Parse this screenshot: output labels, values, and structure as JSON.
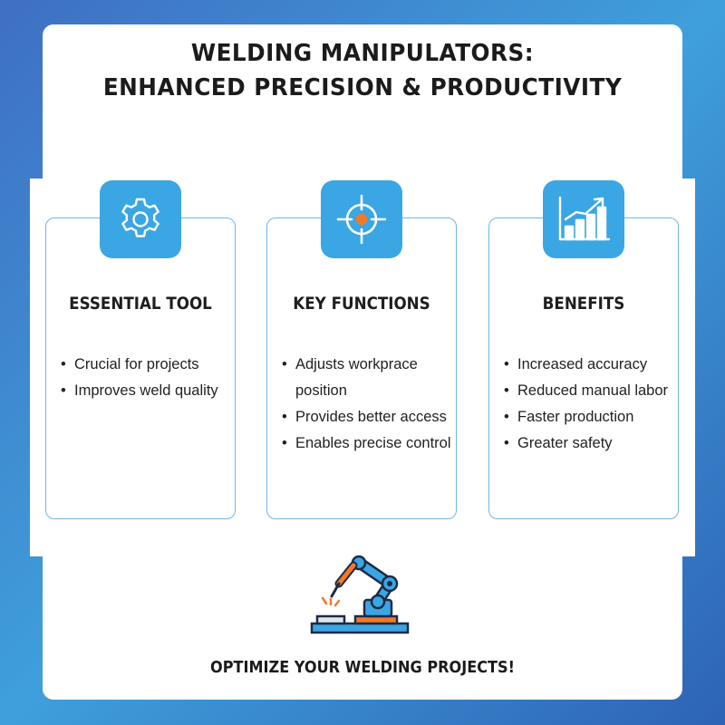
{
  "header": {
    "title_line1": "WELDING MANIPULATORS:",
    "title_line2": "ENHANCED PRECISION & PRODUCTIVITY"
  },
  "cards": [
    {
      "icon": "gear-icon",
      "title": "ESSENTIAL TOOL",
      "bullets": [
        "Crucial for projects",
        "Improves weld quality"
      ]
    },
    {
      "icon": "crosshair-target-icon",
      "title": "KEY FUNCTIONS",
      "bullets": [
        "Adjusts workprace position",
        "Provides better access",
        "Enables precise control"
      ]
    },
    {
      "icon": "bar-chart-growth-icon",
      "title": "BENEFITS",
      "bullets": [
        "Increased accuracy",
        "Reduced manual labor",
        "Faster production",
        "Greater safety"
      ]
    }
  ],
  "illustration": {
    "icon": "robotic-welding-arm-icon"
  },
  "footer": {
    "cta": "OPTIMIZE YOUR WELDING PROJECTS!"
  },
  "colors": {
    "accent": "#3aa6e4",
    "card_border": "#6fb6e6",
    "highlight": "#f07a2a",
    "background_start": "#3f6fc2",
    "background_end": "#2e63b5"
  }
}
